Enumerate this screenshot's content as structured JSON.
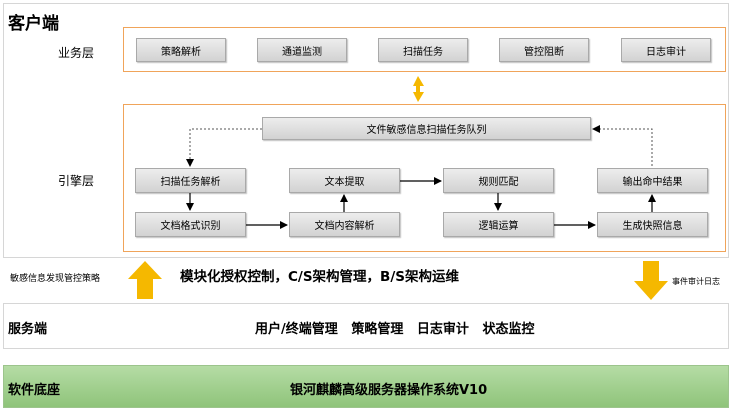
{
  "client": {
    "title": "客户端",
    "business_layer": {
      "label": "业务层",
      "items": [
        "策略解析",
        "通道监测",
        "扫描任务",
        "管控阻断",
        "日志审计"
      ]
    },
    "engine_layer": {
      "label": "引擎层",
      "queue": "文件敏感信息扫描任务队列",
      "nodes": {
        "scan_task_parse": "扫描任务解析",
        "doc_format": "文档格式识别",
        "text_extract": "文本提取",
        "doc_content": "文档内容解析",
        "rule_match": "规则匹配",
        "logic_op": "逻辑运算",
        "output_result": "输出命中结果",
        "snapshot": "生成快照信息"
      }
    }
  },
  "middle": {
    "left_label": "敏感信息发现管控策略",
    "center_text": "模块化授权控制，C/S架构管理，B/S架构运维",
    "right_label": "事件审计日志"
  },
  "server": {
    "label": "服务端",
    "features": "用户/终端管理   策略管理   日志审计   状态监控"
  },
  "base": {
    "label": "软件底座",
    "os": "银河麒麟高级服务器操作系统V10"
  },
  "colors": {
    "arrow": "#f5b800",
    "border": "#f0a45a",
    "green": "#9fd08a"
  }
}
